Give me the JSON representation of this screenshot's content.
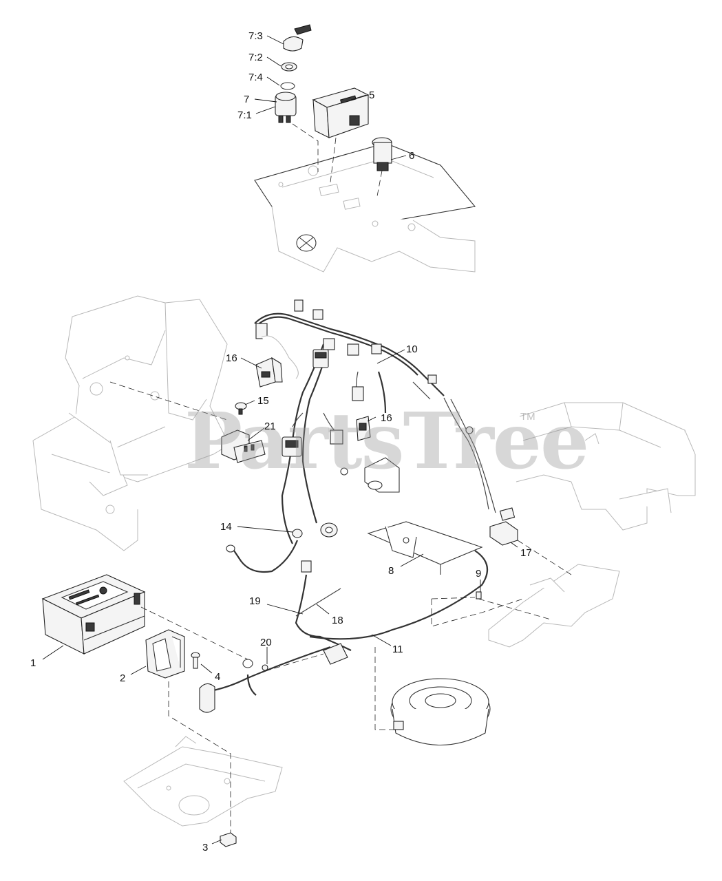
{
  "watermark": {
    "text": "PartsTree",
    "trademark": "TM"
  },
  "callouts": [
    {
      "id": "c-7-3",
      "label": "7:3"
    },
    {
      "id": "c-7-2",
      "label": "7:2"
    },
    {
      "id": "c-7-4",
      "label": "7:4"
    },
    {
      "id": "c-7",
      "label": "7"
    },
    {
      "id": "c-7-1",
      "label": "7:1"
    },
    {
      "id": "c-5",
      "label": "5"
    },
    {
      "id": "c-6",
      "label": "6"
    },
    {
      "id": "c-10",
      "label": "10"
    },
    {
      "id": "c-16a",
      "label": "16"
    },
    {
      "id": "c-15",
      "label": "15"
    },
    {
      "id": "c-21",
      "label": "21"
    },
    {
      "id": "c-16b",
      "label": "16"
    },
    {
      "id": "c-14",
      "label": "14"
    },
    {
      "id": "c-17",
      "label": "17"
    },
    {
      "id": "c-8",
      "label": "8"
    },
    {
      "id": "c-9",
      "label": "9"
    },
    {
      "id": "c-19",
      "label": "19"
    },
    {
      "id": "c-18",
      "label": "18"
    },
    {
      "id": "c-20",
      "label": "20"
    },
    {
      "id": "c-11",
      "label": "11"
    },
    {
      "id": "c-1",
      "label": "1"
    },
    {
      "id": "c-2",
      "label": "2"
    },
    {
      "id": "c-4",
      "label": "4"
    },
    {
      "id": "c-3",
      "label": "3"
    }
  ]
}
